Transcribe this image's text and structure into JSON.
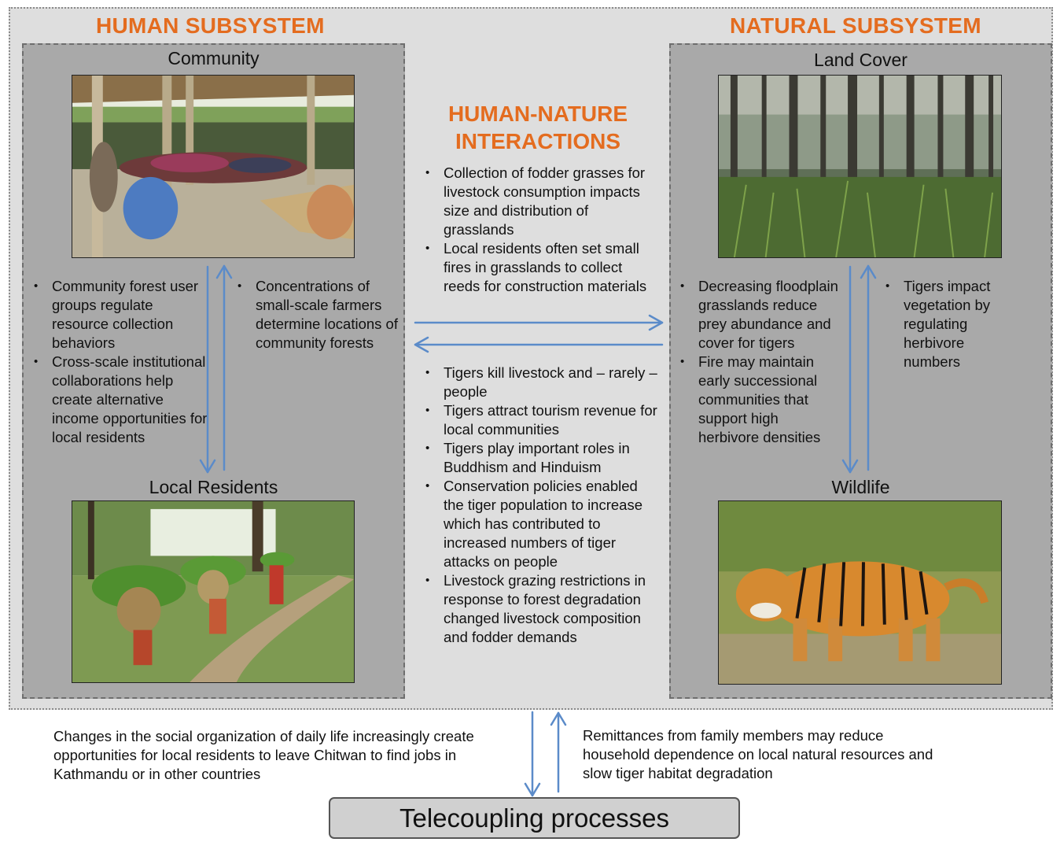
{
  "human_title": "HUMAN SUBSYSTEM",
  "natural_title": "NATURAL SUBSYSTEM",
  "center_title": "HUMAN-NATURE INTERACTIONS",
  "community": {
    "label": "Community",
    "photo_icon": "community-meeting-photo"
  },
  "local_residents": {
    "label": "Local Residents",
    "photo_icon": "women-carrying-fodder-photo"
  },
  "land_cover": {
    "label": "Land Cover",
    "photo_icon": "forest-photo"
  },
  "wildlife": {
    "label": "Wildlife",
    "photo_icon": "tiger-photo"
  },
  "human_left_bullets": [
    "Community forest user groups regulate resource collection behaviors",
    "Cross-scale institutional collaborations help create alternative income opportunities for local residents"
  ],
  "human_right_bullets": [
    "Concentrations of small-scale farmers determine locations of community forests"
  ],
  "center_top_bullets": [
    "Collection of fodder grasses for livestock consumption impacts size and distribution of grasslands",
    "Local residents often set small fires in grasslands to collect reeds for construction materials"
  ],
  "center_bottom_bullets": [
    "Tigers kill livestock and – rarely – people",
    "Tigers attract tourism revenue for local communities",
    "Tigers play important roles in Buddhism and Hinduism",
    "Conservation policies enabled the tiger population to increase which has contributed to increased numbers of tiger attacks on people",
    "Livestock grazing restrictions in response to forest degradation changed livestock composition and fodder demands"
  ],
  "natural_left_bullets": [
    "Decreasing floodplain grasslands reduce prey abundance and cover for tigers",
    "Fire may maintain early successional communities that support high herbivore densities"
  ],
  "natural_right_bullets": [
    "Tigers impact vegetation by regulating herbivore numbers"
  ],
  "bottom_left_text": "Changes in the social organization of daily life increasingly create opportunities for local residents to leave Chitwan to find jobs in Kathmandu or in other countries",
  "bottom_right_text": "Remittances from family members may reduce household dependence on local natural resources and slow tiger habitat degradation",
  "telecoupling": "Telecoupling processes",
  "colors": {
    "title_orange": "#e46c1f",
    "arrow_blue": "#5b8bc9",
    "outer_bg": "#dedede",
    "panel_bg": "#a9a9a9"
  }
}
